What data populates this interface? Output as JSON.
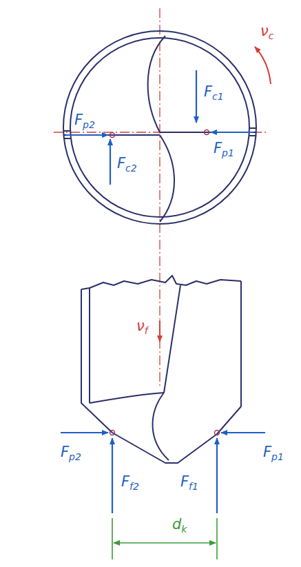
{
  "diagram": {
    "labels": [
      "Fc1",
      "νc",
      "Fp2",
      "Fp1",
      "Fc2",
      "νf",
      "Fp2",
      "Fp1",
      "Ff2",
      "Ff1",
      "dk"
    ]
  }
}
